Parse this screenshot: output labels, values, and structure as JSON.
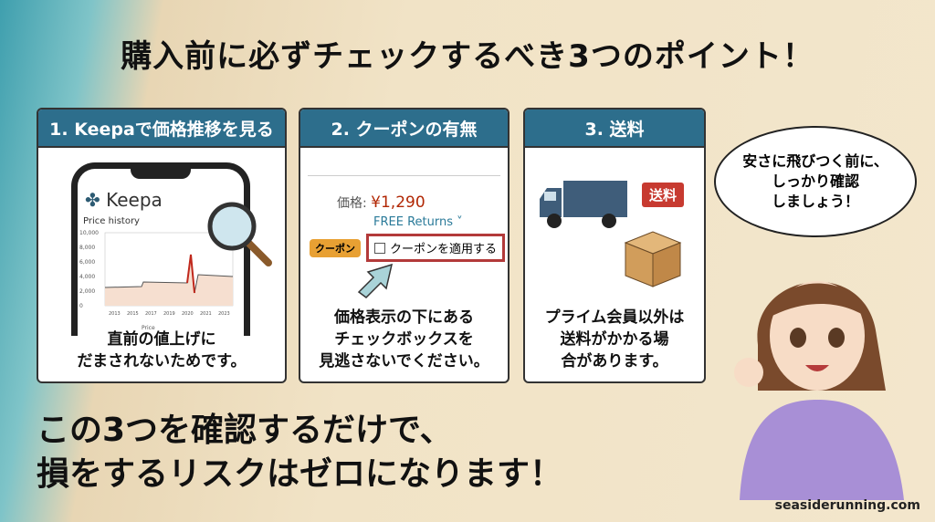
{
  "title": "購入前に必ずチェックするべき3つのポイント！",
  "panels": [
    {
      "header": "1. Keepaで価格推移を見る",
      "caption": [
        "直前の値上げに",
        "だまされないためです。"
      ],
      "keepa": {
        "logo": "Keepa",
        "subtitle": "Price history",
        "y_ticks": [
          "10,000",
          "8,000",
          "6,000",
          "4,000",
          "2,000",
          "0"
        ],
        "x_ticks": [
          "2013",
          "2015",
          "2017",
          "2019",
          "2020",
          "2021",
          "2023"
        ],
        "legend": "Price"
      }
    },
    {
      "header": "2. クーポンの有無",
      "caption": [
        "価格表示の下にある",
        "チェックボックスを",
        "見逃さないでください。"
      ],
      "price_label": "価格:",
      "price": "¥1,290",
      "free_returns": "FREE Returns",
      "coupon_tag": "クーポン",
      "coupon_checkbox": "クーポンを適用する"
    },
    {
      "header": "3. 送料",
      "caption": [
        "プライム会員以外は",
        "送料がかかる場",
        "合があります。"
      ],
      "shipping_tag": "送料"
    }
  ],
  "bottom": [
    "この3つを確認するだけで、",
    "損をするリスクはゼロになります！"
  ],
  "bubble": [
    "安さに飛びつく前に、",
    "しっかり確認",
    "しましょう！"
  ],
  "url": "seasiderunning.com",
  "colors": {
    "header": "#2d6e8c",
    "price": "#b12704",
    "coupon": "#e8a033",
    "highlight": "#b33a3a"
  }
}
